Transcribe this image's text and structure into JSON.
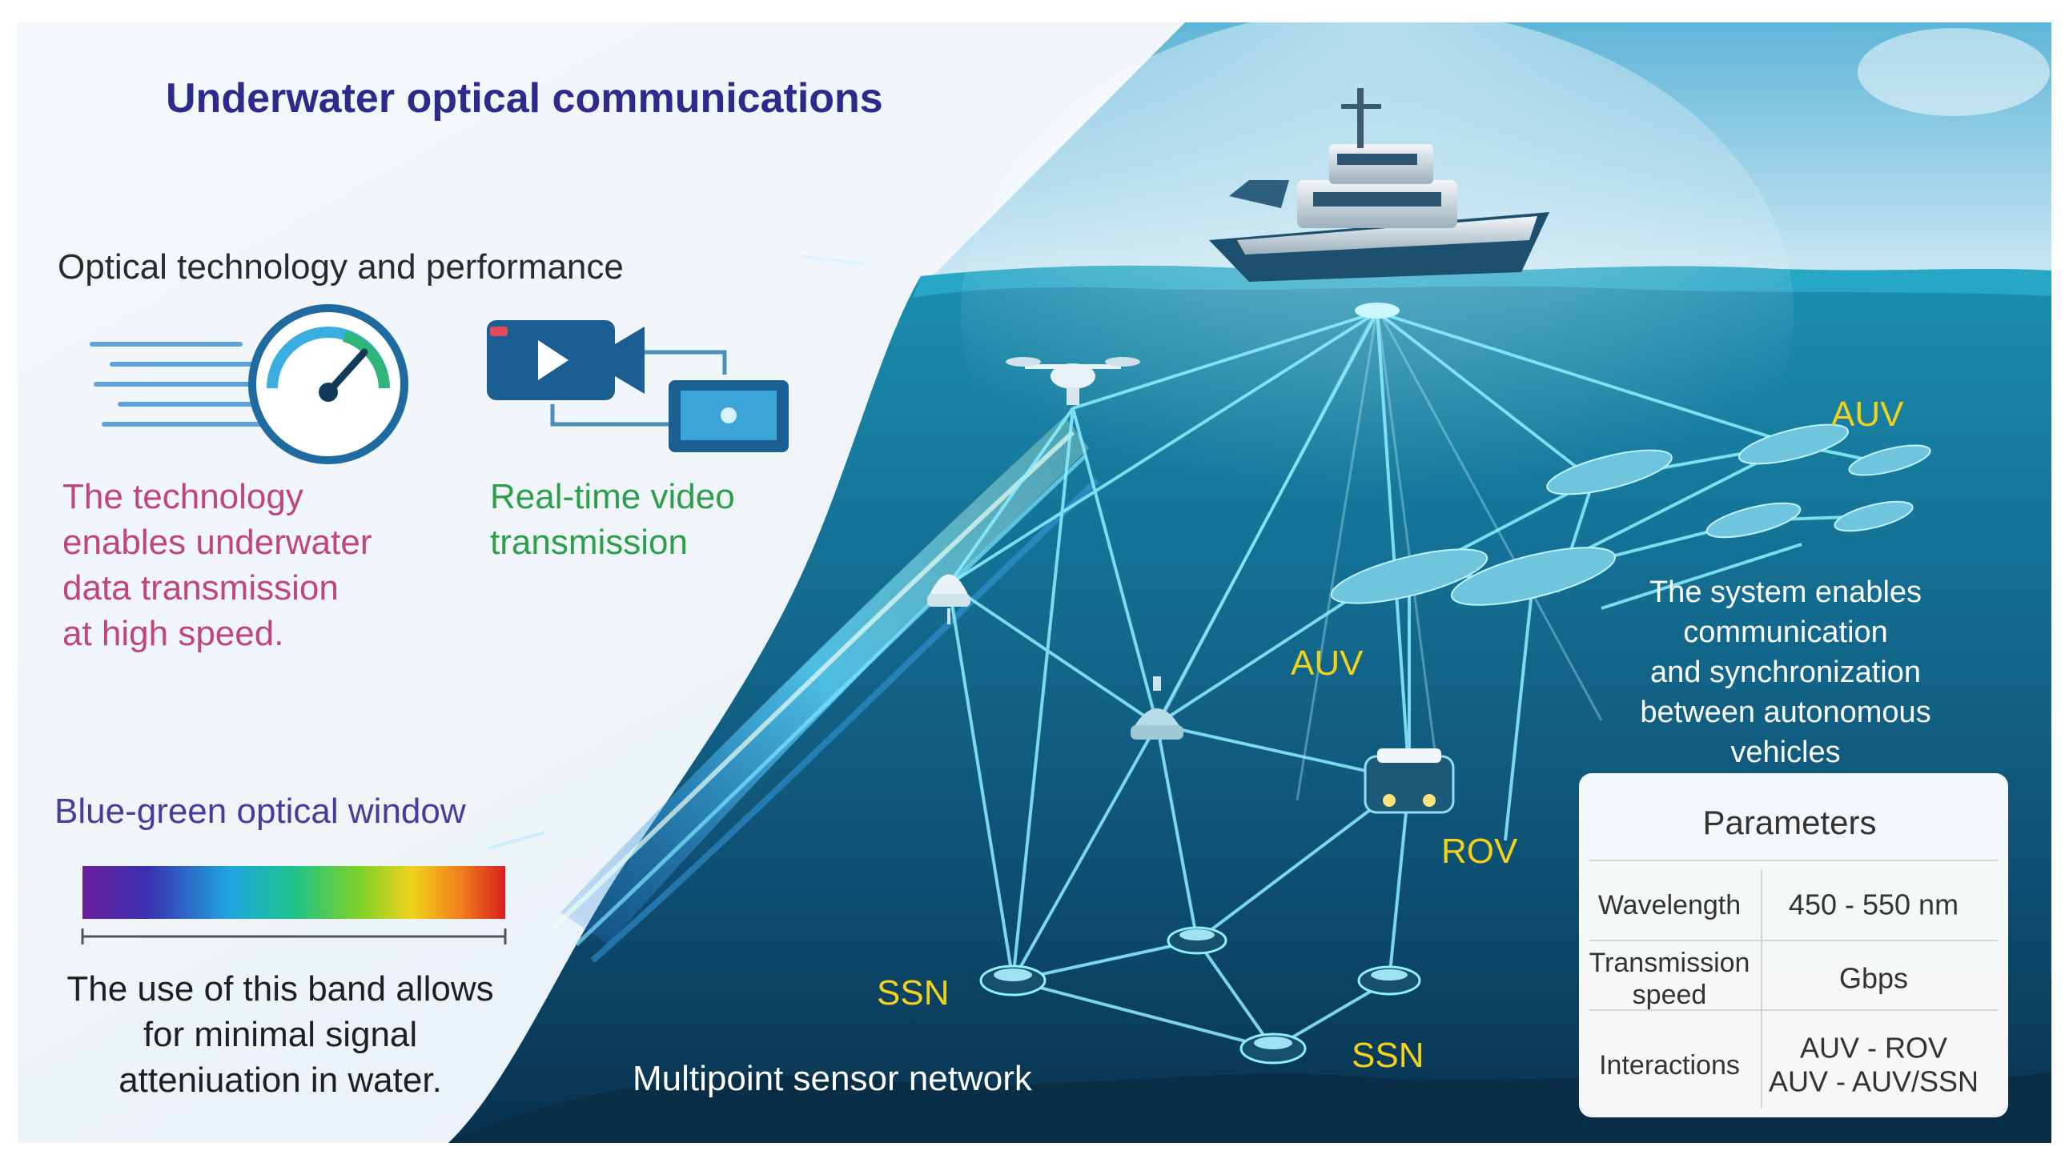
{
  "title": "Underwater optical communications",
  "left_panel": {
    "section_heading": "Optical technology and performance",
    "speed_caption": [
      "The technology",
      "enables underwater",
      "data transmission",
      "at high speed."
    ],
    "video_caption": [
      "Real-time video",
      "transmission"
    ],
    "window_heading": "Blue-green optical window",
    "window_caption": [
      "The use of this band allows",
      "for minimal signal",
      "atteniuation in water."
    ]
  },
  "scene_labels": {
    "auv_top": "AUV",
    "auv_mid": "AUV",
    "rov": "ROV",
    "ssn_left": "SSN",
    "ssn_bottom": "SSN",
    "network": "Multipoint sensor network",
    "system_note": [
      "The system enables",
      "communication",
      "and synchronization",
      "between autonomous",
      "vehicles"
    ]
  },
  "parameters": {
    "title": "Parameters",
    "rows": [
      {
        "name": [
          "Wavelength"
        ],
        "value": [
          "450 - 550 nm"
        ]
      },
      {
        "name": [
          "Transmission",
          "speed"
        ],
        "value": [
          "Gbps"
        ]
      },
      {
        "name": [
          "Interactions"
        ],
        "value": [
          "AUV - ROV",
          "AUV - AUV/SSN"
        ]
      }
    ]
  },
  "colors": {
    "title": "#2e2a8c",
    "heading": "#2b2b2b",
    "speed_caption": "#c0457f",
    "video_caption": "#2e9e4c",
    "window_heading": "#4b3a9a",
    "scene_label": "#f2d21b",
    "ocean_deep": "#0a3655",
    "ocean_surface": "#1a86a6",
    "link": "#8ff0ff"
  },
  "icons": [
    "speedometer-icon",
    "video-camera-icon",
    "monitor-icon",
    "ship-icon",
    "drone-icon",
    "buoy-icon",
    "auv-icon",
    "rov-icon",
    "sensor-node-icon"
  ]
}
